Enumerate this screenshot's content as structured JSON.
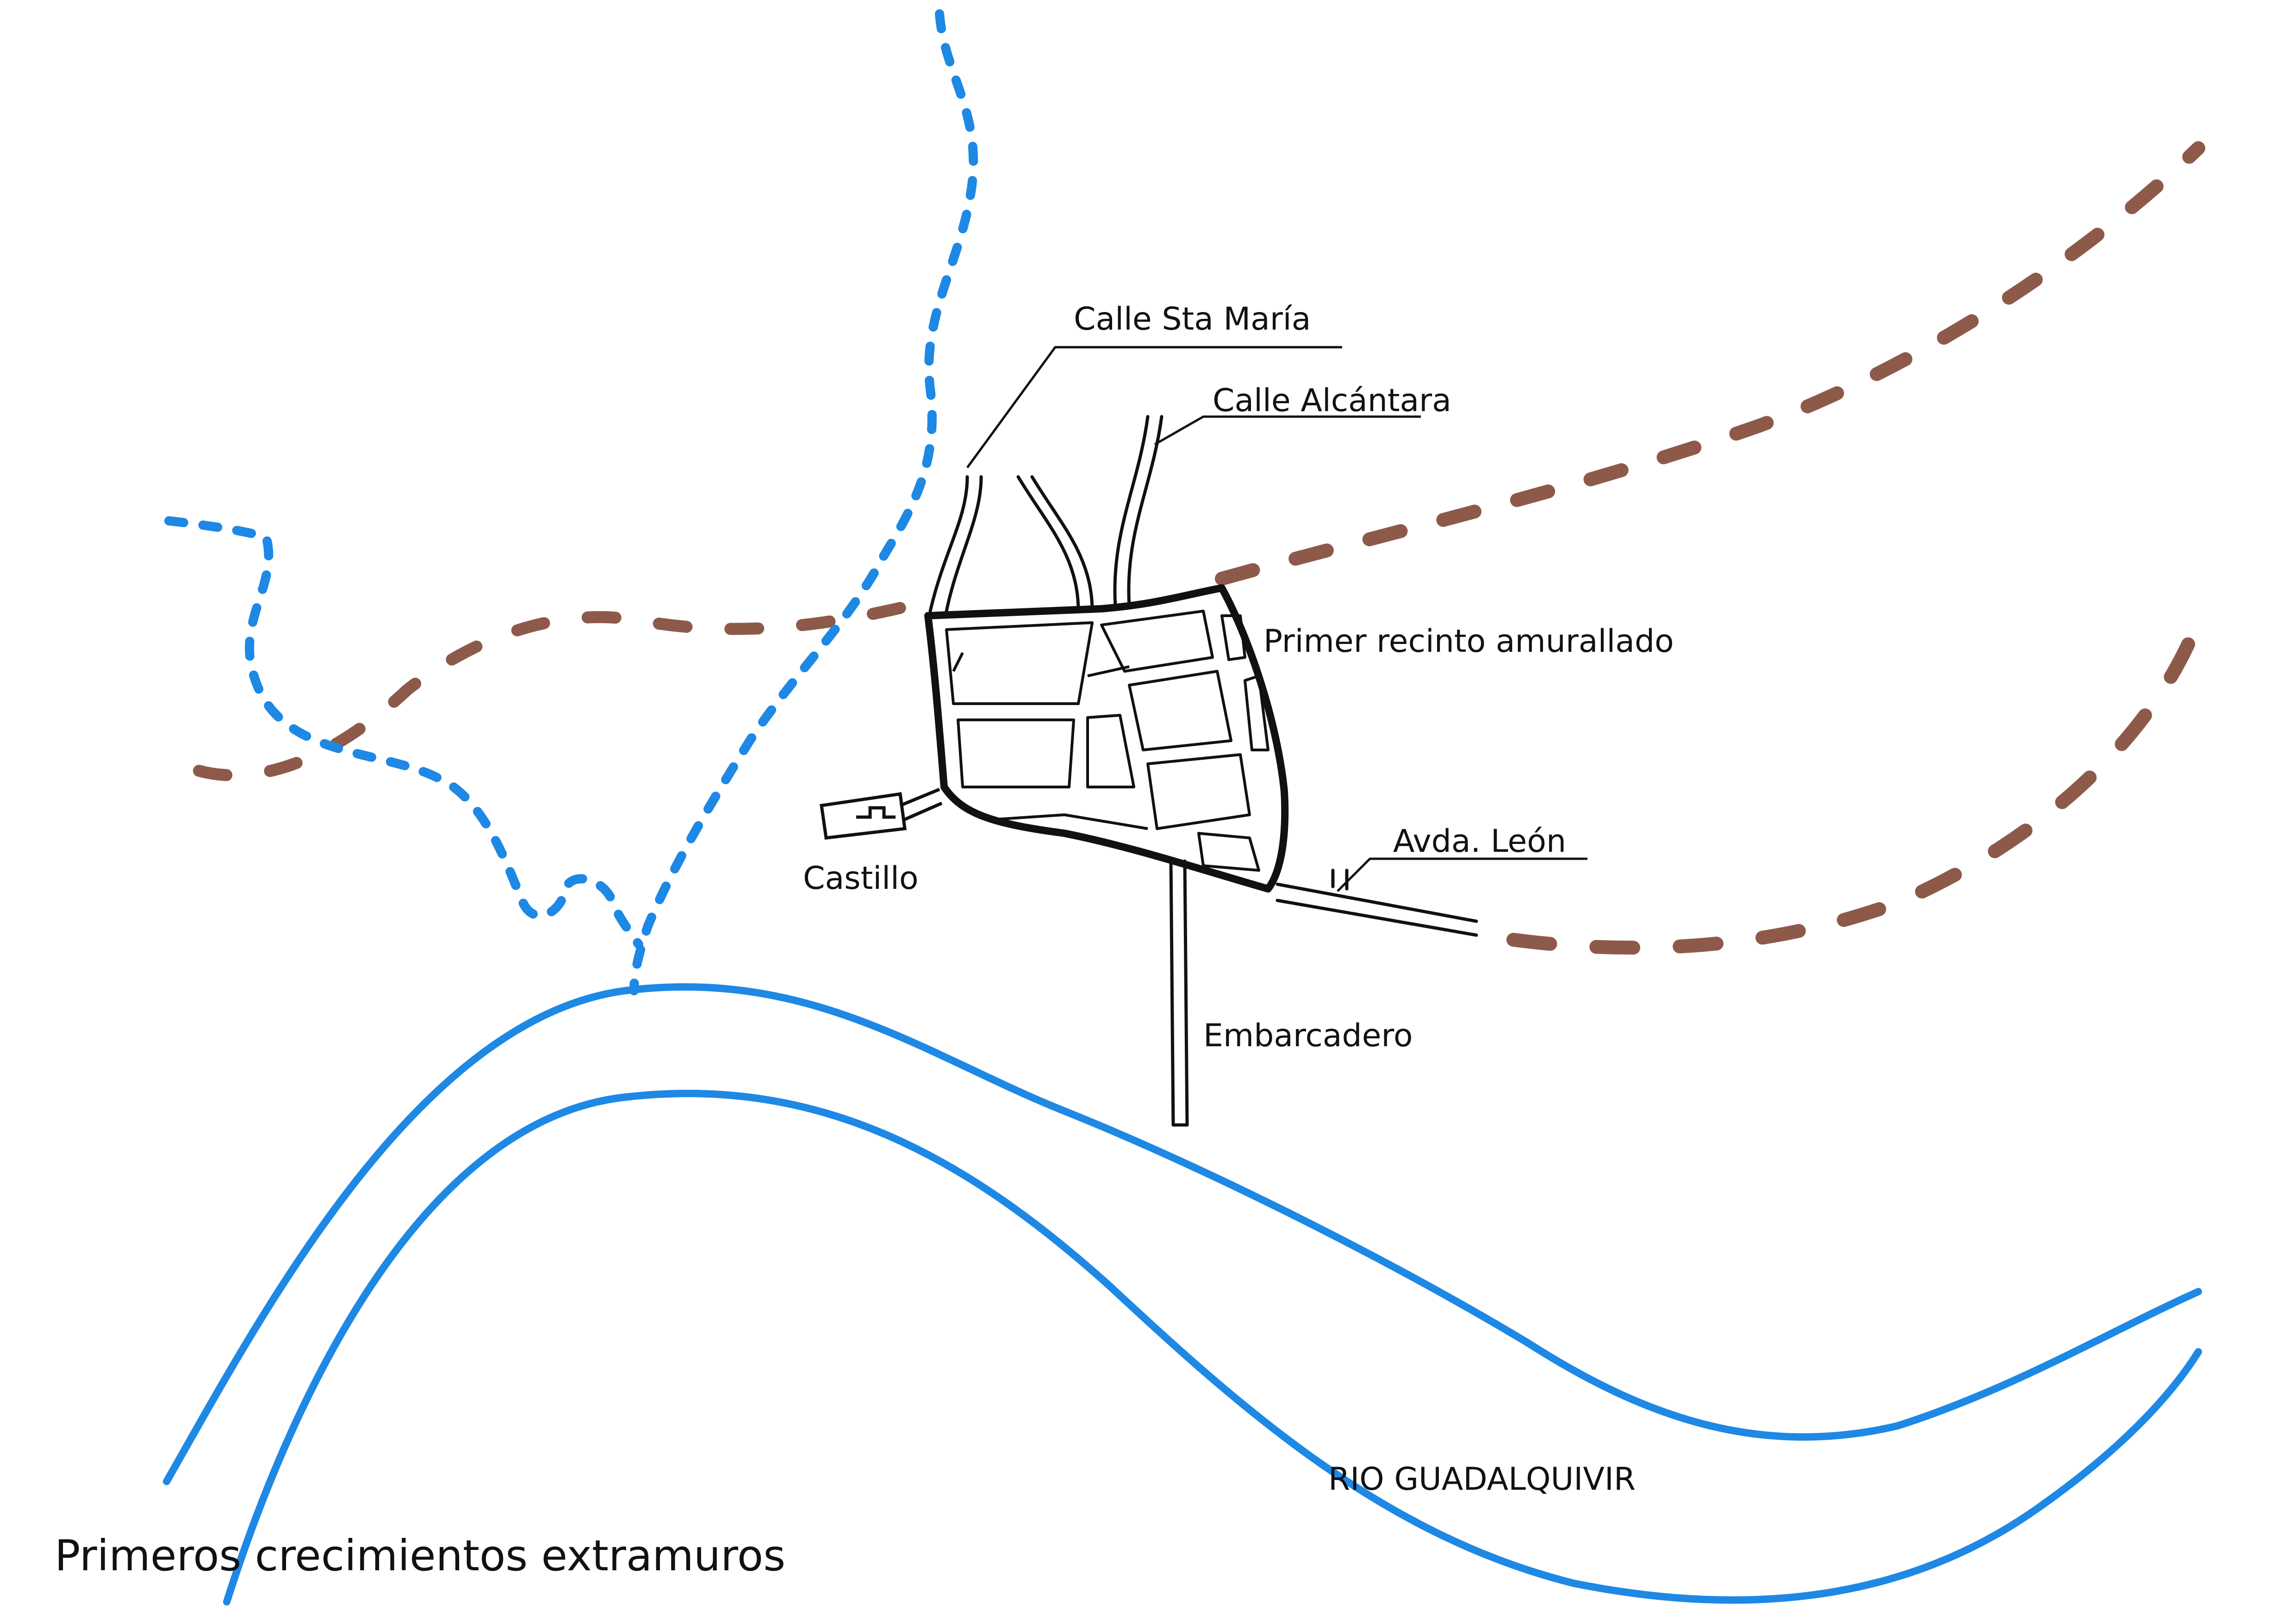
{
  "labels": {
    "calle_sta_maria": "Calle Sta María",
    "calle_alcantara": "Calle Alcántara",
    "primer_recinto": "Primer recinto amurallado",
    "avda_leon": "Avda. León",
    "castillo": "Castillo",
    "embarcadero": "Embarcadero",
    "rio": "RIO GUADALQUIVIR",
    "title": "Primeros crecimientos extramuros"
  },
  "colors": {
    "water": "#1e88e5",
    "road": "#8d5a4a",
    "ink": "#111111"
  }
}
